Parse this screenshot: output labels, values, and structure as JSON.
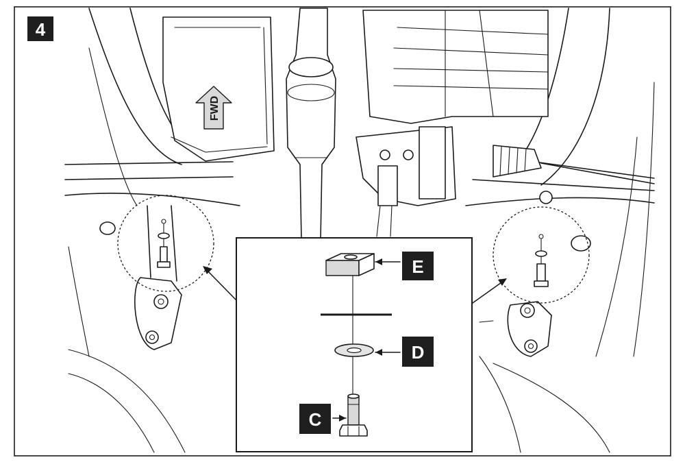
{
  "step": {
    "number": "4"
  },
  "direction_arrow": {
    "text": "FWD"
  },
  "callouts": {
    "E": "E",
    "D": "D",
    "C": "C"
  },
  "colors": {
    "line": "#1a1a1a",
    "label_bg": "#1f1f1f",
    "label_text": "#ffffff",
    "arrow_fill": "#d9d9d9"
  }
}
